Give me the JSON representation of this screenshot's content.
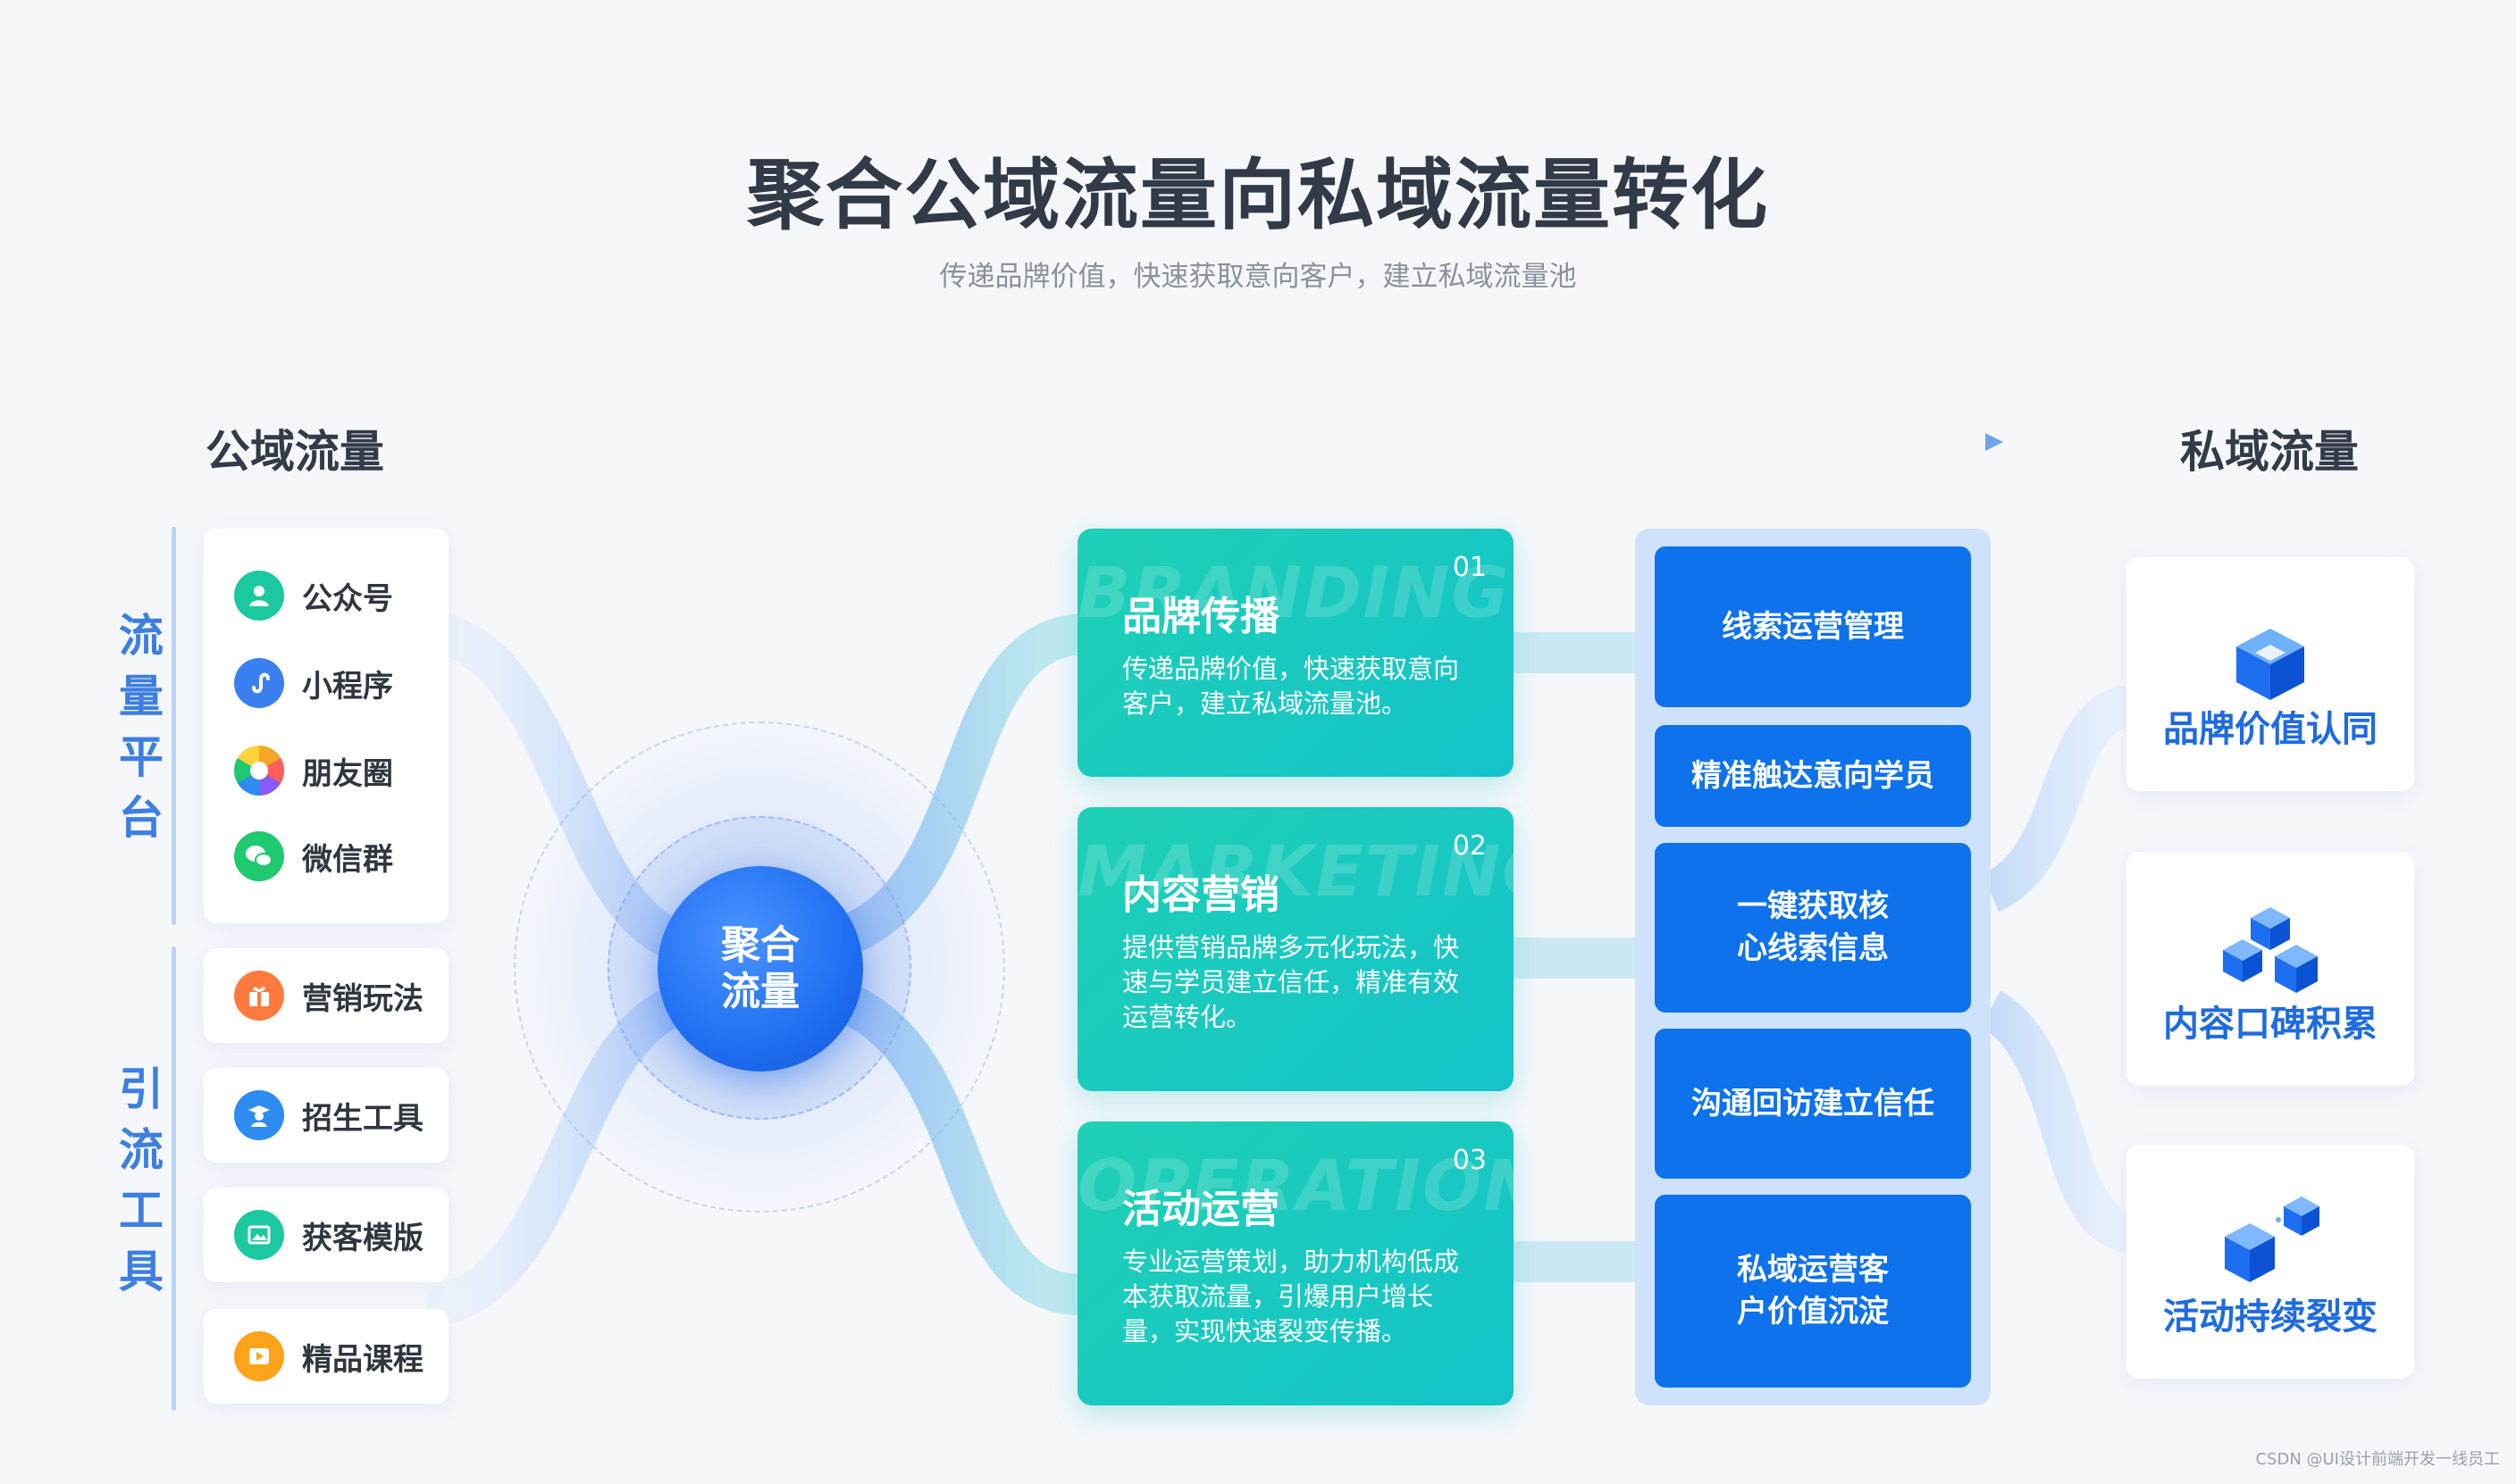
{
  "header": {
    "title": "聚合公域流量向私域流量转化",
    "subtitle": "传递品牌价值，快速获取意向客户，建立私域流量池"
  },
  "columns": {
    "public": "公域流量",
    "private": "私域流量"
  },
  "groups": {
    "platform_label": [
      "流",
      "量",
      "平",
      "台"
    ],
    "tools_label": [
      "引",
      "流",
      "工",
      "具"
    ]
  },
  "platforms": [
    {
      "label": "公众号",
      "icon": "official-account-icon",
      "color": "#1cc8a0"
    },
    {
      "label": "小程序",
      "icon": "mini-program-icon",
      "color": "#3a7ff0"
    },
    {
      "label": "朋友圈",
      "icon": "moments-icon",
      "color": "#f5a623"
    },
    {
      "label": "微信群",
      "icon": "wechat-group-icon",
      "color": "#1ec96f"
    }
  ],
  "tools": [
    {
      "label": "营销玩法",
      "icon": "gift-icon",
      "color": "#ff7a3c"
    },
    {
      "label": "招生工具",
      "icon": "student-icon",
      "color": "#2d8cf0"
    },
    {
      "label": "获客模版",
      "icon": "image-icon",
      "color": "#1cc8a0"
    },
    {
      "label": "精品课程",
      "icon": "play-icon",
      "color": "#ffa31a"
    }
  ],
  "hub": {
    "line1": "聚合",
    "line2": "流量"
  },
  "strategies": [
    {
      "num": "01",
      "watermark": "BRANDING",
      "title": "品牌传播",
      "desc": "传递品牌价值，快速获取意向客户，建立私域流量池。"
    },
    {
      "num": "02",
      "watermark": "MARKETING",
      "title": "内容营销",
      "desc": "提供营销品牌多元化玩法，快速与学员建立信任，精准有效运营转化。"
    },
    {
      "num": "03",
      "watermark": "OPERATION",
      "title": "活动运营",
      "desc": "专业运营策划，助力机构低成本获取流量，引爆用户增长量，实现快速裂变传播。"
    }
  ],
  "steps": [
    {
      "line1": "线索运营管理",
      "line2": ""
    },
    {
      "line1": "精准触达意向学员",
      "line2": ""
    },
    {
      "line1": "一键获取核",
      "line2": "心线索信息"
    },
    {
      "line1": "沟通回访建立信任",
      "line2": ""
    },
    {
      "line1": "私域运营客",
      "line2": "户价值沉淀"
    }
  ],
  "outcomes": [
    {
      "label": "品牌价值认同",
      "icon": "cube-icon"
    },
    {
      "label": "内容口碑积累",
      "icon": "cubes-cluster-icon"
    },
    {
      "label": "活动持续裂变",
      "icon": "cubes-split-icon"
    }
  ],
  "credit": "CSDN @UI设计前端开发一线员工",
  "colors": {
    "accent": "#0d72ec",
    "teal": "#1fd0b6",
    "flow": "#bcd8fb"
  }
}
